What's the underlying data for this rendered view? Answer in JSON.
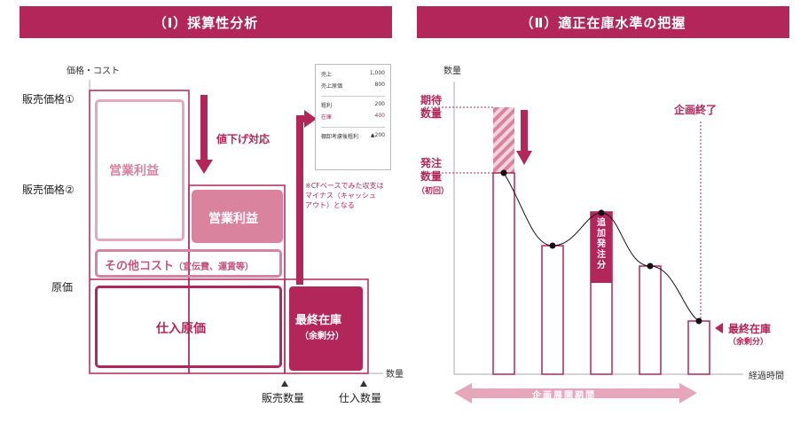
{
  "left": {
    "title": "（Ⅰ）採算性分析",
    "y_axis": "価格・コスト",
    "x_axis": "数量",
    "price1": "販売価格①",
    "price2": "販売価格②",
    "cost": "原価",
    "op_profit_1": "営業利益",
    "op_profit_2": "営業利益",
    "other_cost": "その他コスト",
    "other_cost_note": "（宣伝費、運賃等）",
    "purchase_cost": "仕入原価",
    "final_stock": "最終在庫",
    "final_stock_note": "（余剰分）",
    "markdown": "値下げ対応",
    "sales_qty": "販売数量",
    "purchase_qty": "仕入数量",
    "note_lines": [
      "※CFベースでみた収支は",
      "マイナス（キャッシュ",
      "アウト）となる"
    ],
    "receipt": {
      "rows": [
        {
          "k": "売上",
          "v": "1,000"
        },
        {
          "k": "売上原価",
          "v": "800"
        },
        {
          "k": "粗利",
          "v": "200"
        },
        {
          "k": "在庫",
          "v": "400"
        },
        {
          "k": "棚卸考慮後粗利",
          "v": "▲200"
        }
      ]
    }
  },
  "right": {
    "title": "（Ⅱ）適正在庫水準の把握",
    "y_axis": "数量",
    "x_axis": "経過時間",
    "expected_qty": [
      "期待",
      "数量"
    ],
    "order_qty": [
      "発注",
      "数量"
    ],
    "order_qty_note": "（初回）",
    "plan_end": "企画終了",
    "additional_order": [
      "追",
      "加",
      "発",
      "注",
      "分"
    ],
    "final_stock": "最終在庫",
    "final_stock_note": "（余剰分）",
    "plan_period": "企画展開期間"
  },
  "colors": {
    "brand": "#b3265a",
    "light": "#d9839f",
    "pale": "#e7a7bb"
  }
}
